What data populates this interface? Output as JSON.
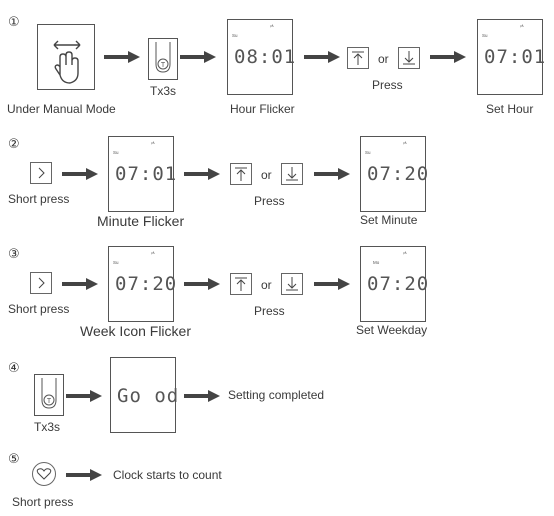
{
  "steps": [
    {
      "number": "①",
      "labels": {
        "manual": "Under Manual Mode",
        "tx3s": "Tx3s",
        "hour_flicker": "Hour Flicker",
        "press": "Press",
        "or": "or",
        "set_hour": "Set Hour"
      },
      "screens": {
        "first": "08:01",
        "second": "07:01"
      }
    },
    {
      "number": "②",
      "labels": {
        "short_press": "Short press",
        "minute_flicker": "Minute Flicker",
        "press": "Press",
        "or": "or",
        "set_minute": "Set Minute"
      },
      "screens": {
        "first": "07:01",
        "second": "07:20"
      }
    },
    {
      "number": "③",
      "labels": {
        "short_press": "Short press",
        "week_flicker": "Week Icon Flicker",
        "press": "Press",
        "or": "or",
        "set_weekday": "Set Weekday"
      },
      "screens": {
        "first": "07:20",
        "second": "07:20",
        "weekday_first": "Su",
        "weekday_second": "Mo"
      }
    },
    {
      "number": "④",
      "labels": {
        "tx3s": "Tx3s",
        "completed": "Setting completed"
      },
      "screens": {
        "good": "Go od"
      }
    },
    {
      "number": "⑤",
      "labels": {
        "short_press": "Short press",
        "count": "Clock starts to count"
      }
    }
  ],
  "screen_small_text": {
    "day": "Su",
    "icon": "ᵞᴬ"
  },
  "icons": [
    "hand-swipe-icon",
    "t-button-icon",
    "up-arrow-button-icon",
    "down-arrow-button-icon",
    "chevron-right-button-icon",
    "heart-button-icon",
    "arrow-icon"
  ]
}
